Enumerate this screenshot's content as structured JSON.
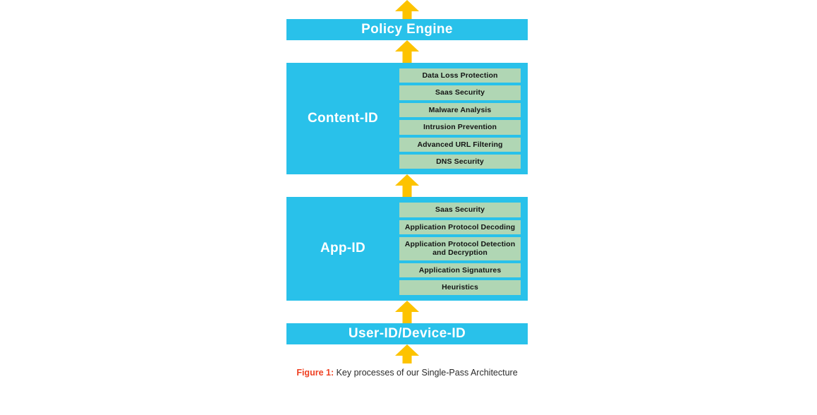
{
  "figure": {
    "caption_prefix": "Figure 1:",
    "caption_text": " Key processes of our Single-Pass Architecture",
    "colors": {
      "panel_blue": "#29c1ea",
      "subbox_green": "#b0d6b4",
      "arrow_yellow": "#fdc300",
      "caption_accent": "#ef4123",
      "panel_label_text": "#ffffff",
      "subbox_text": "#141414"
    }
  },
  "flow": {
    "direction": "bottom-to-top",
    "arrow_count": 5,
    "stages": [
      {
        "id": "policy-engine",
        "type": "bar",
        "label": "Policy Engine"
      },
      {
        "id": "content-id",
        "type": "panel",
        "label": "Content-ID",
        "items": [
          "Data Loss Protection",
          "Saas Security",
          "Malware Analysis",
          "Intrusion Prevention",
          "Advanced URL Filtering",
          "DNS Security"
        ]
      },
      {
        "id": "app-id",
        "type": "panel",
        "label": "App-ID",
        "items": [
          "Saas Security",
          "Application Protocol Decoding",
          "Application Protocol Detection and Decryption",
          "Application Signatures",
          "Heuristics"
        ]
      },
      {
        "id": "user-id-device-id",
        "type": "bar",
        "label": "User-ID/Device-ID"
      }
    ]
  }
}
